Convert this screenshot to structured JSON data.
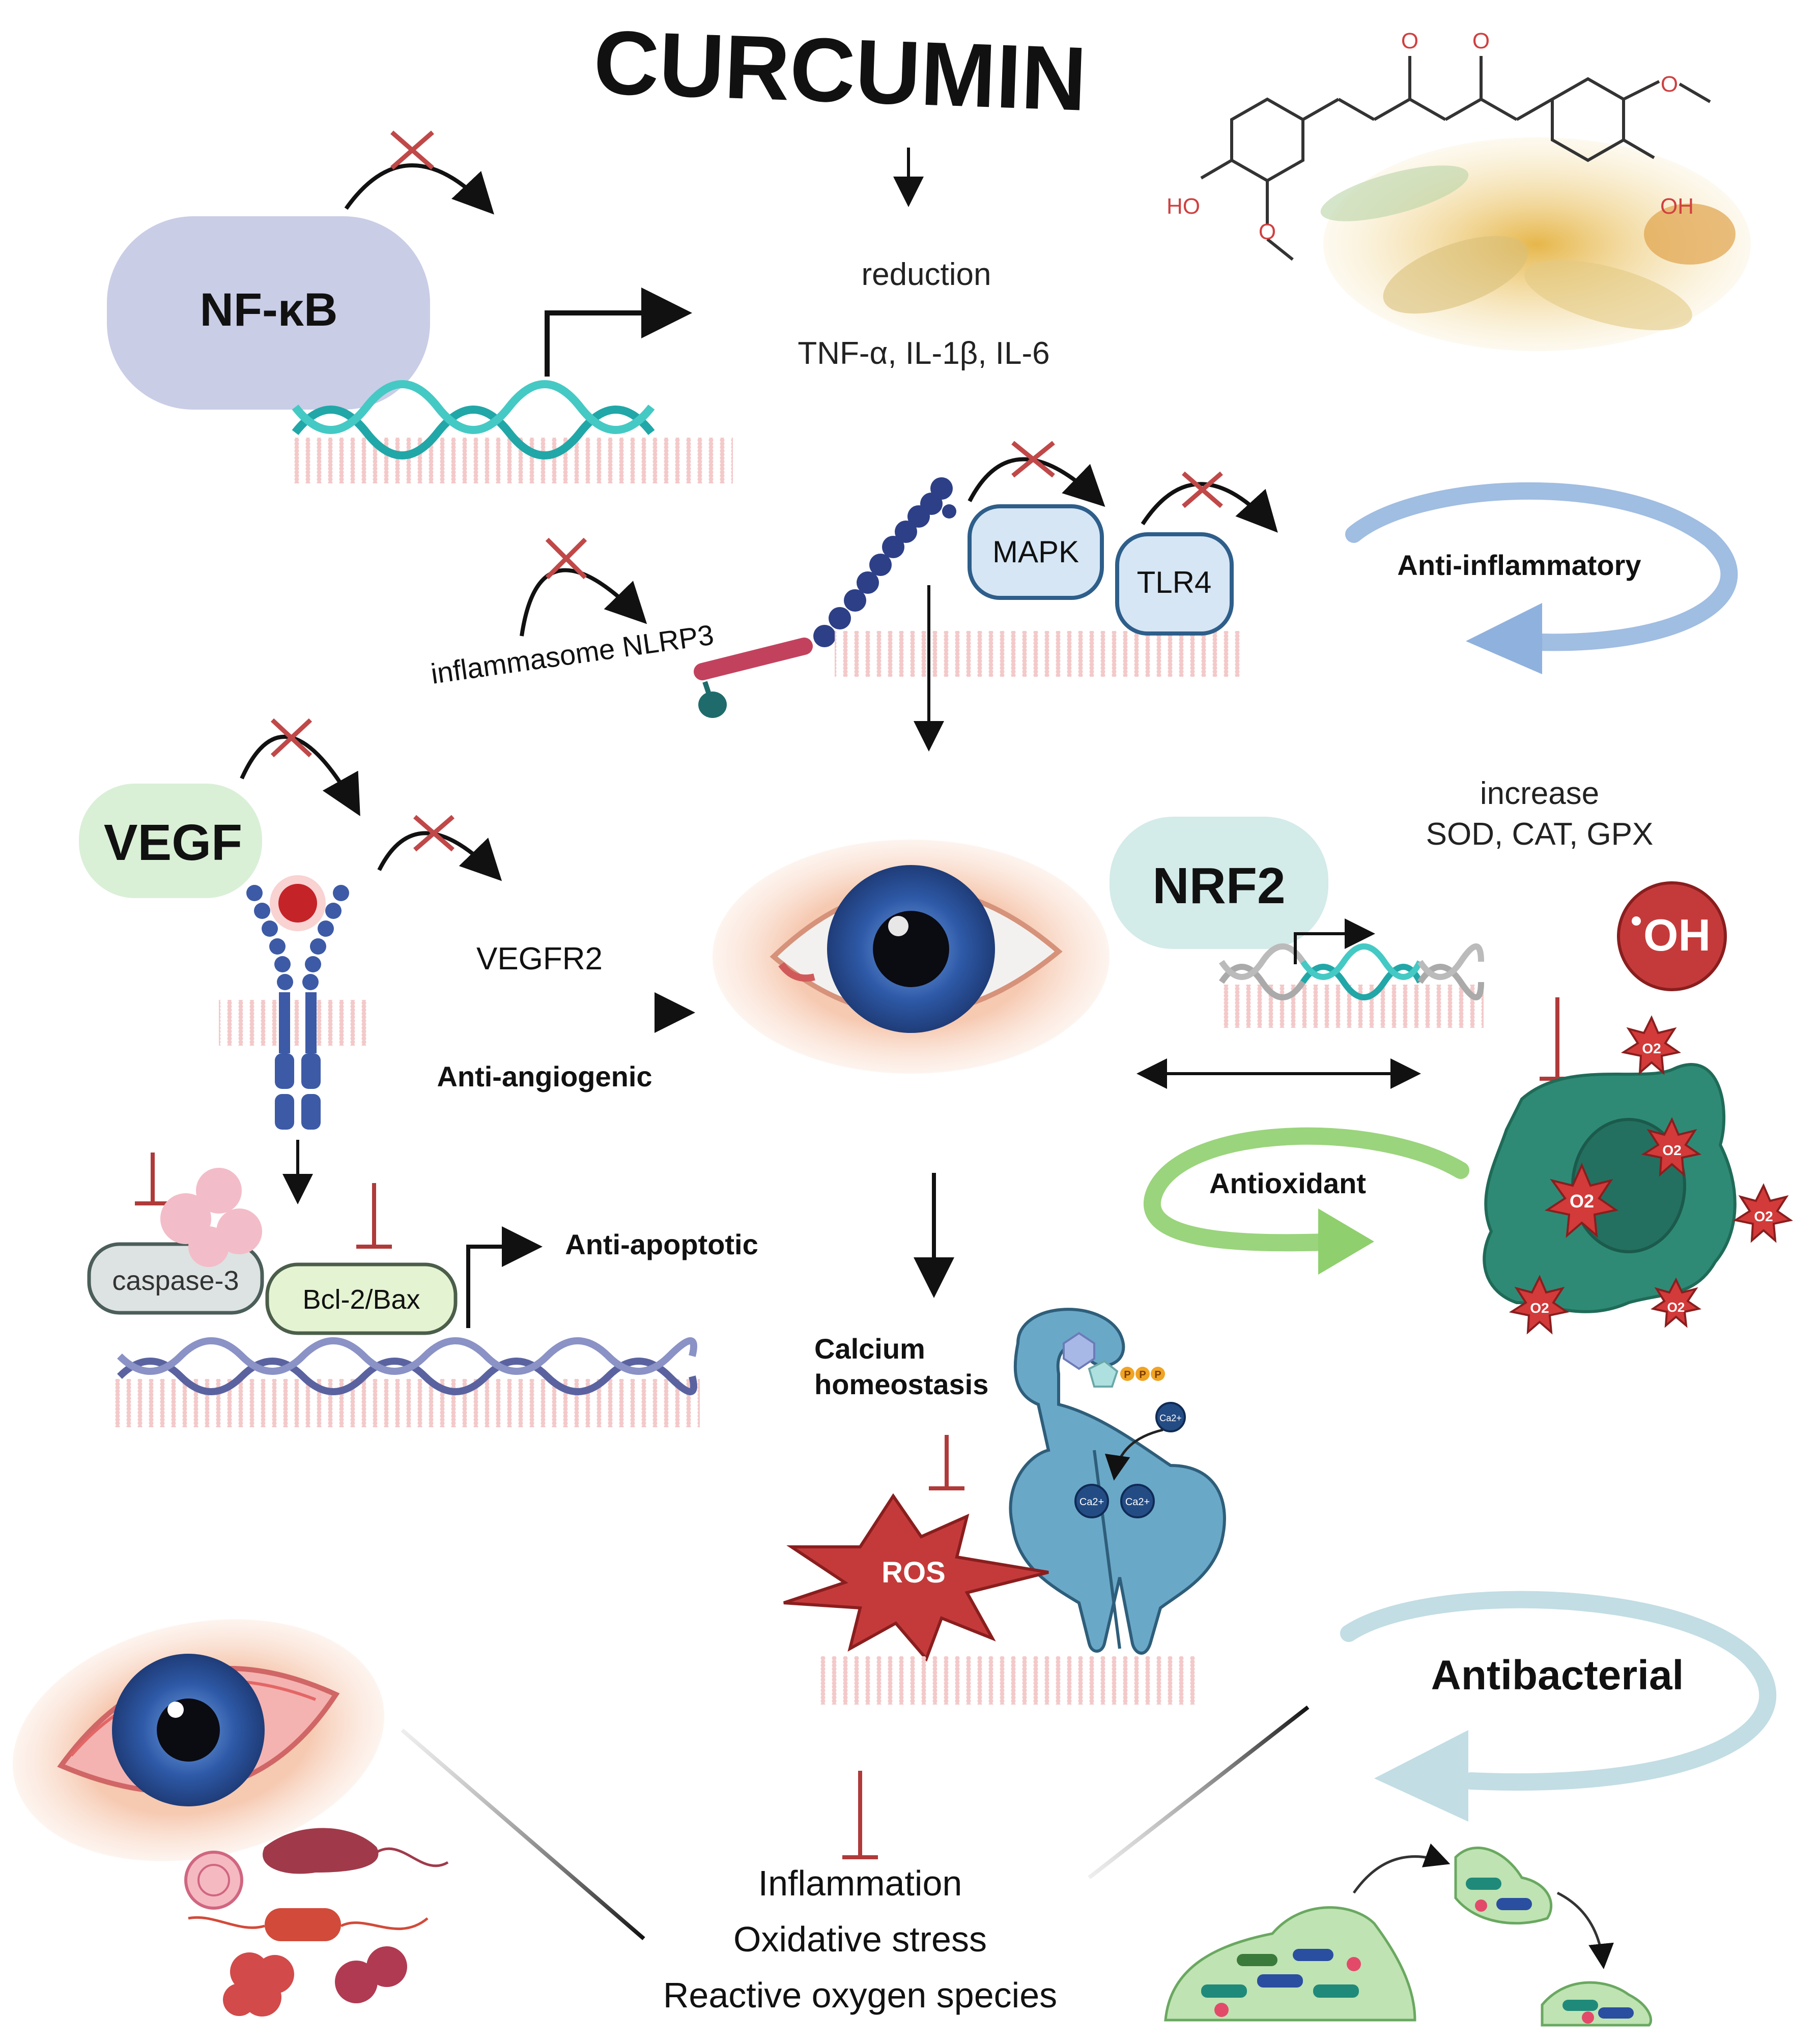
{
  "title": "CURCUMIN",
  "structure": {
    "o_label": "O",
    "ho_label": "HO",
    "oh_label": "OH"
  },
  "labels": {
    "nfkb": "NF-κB",
    "reduction": "reduction",
    "cytokines": "TNF-α, IL-1β, IL-6",
    "nlrp3": "inflammasome NLRP3",
    "mapk": "MAPK",
    "tlr4": "TLR4",
    "anti_inflammatory": "Anti-inflammatory",
    "vegf": "VEGF",
    "vegfr2": "VEGFR2",
    "anti_angiogenic": "Anti-angiogenic",
    "nrf2": "NRF2",
    "increase": "increase",
    "enzymes": "SOD, CAT, GPX",
    "oh_radical": "OH",
    "superoxide": "O2",
    "antioxidant": "Antioxidant",
    "caspase3": "caspase-3",
    "bcl2bax": "Bcl-2/Bax",
    "anti_apoptotic": "Anti-apoptotic",
    "calcium_line1": "Calcium",
    "calcium_line2": "homeostasis",
    "ros": "ROS",
    "ca_ion": "Ca2+",
    "atp_p": "P",
    "antibacterial": "Antibacterial",
    "outcome_inflammation": "Inflammation",
    "outcome_oxidative": "Oxidative stress",
    "outcome_ros": "Reactive oxygen species"
  },
  "colors": {
    "nfkb_box": "#c9cde6",
    "vegf_box": "#d9f0d6",
    "nrf2_box": "#d3ebe9",
    "mapk_box": "#d6e6f5",
    "caspase_box": "#dde3e2",
    "bcl_box": "#e4f3d2",
    "inhibit_red": "#b03a3a",
    "ros_red": "#c43a3a",
    "cell_green": "#2e8a75",
    "receptor_blue": "#3d5aa6",
    "channel_blue": "#6aa8c8",
    "anti_inflammatory_arrow": "#8fb1dd",
    "antioxidant_arrow": "#8fcf6e",
    "antibacterial_arrow": "#c2dde4",
    "iris_blue": "#2e5aa8"
  }
}
